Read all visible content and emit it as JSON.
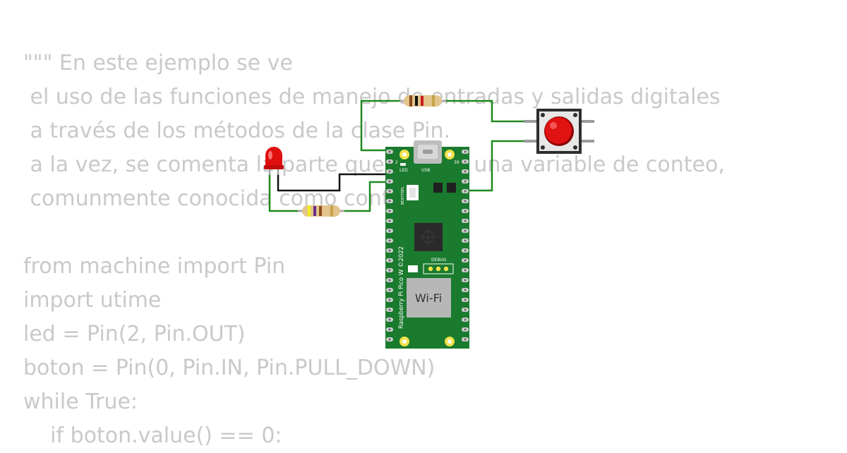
{
  "code_lines": [
    "\"\"\" En este ejemplo se ve",
    " el uso de las funciones de manejo de entradas y salidas digitales",
    " a través de los métodos de la clase Pin.",
    " a la vez, se comenta la parte que incluye una variable de conteo,",
    " comunmente conocida como contador",
    "",
    "from machine import Pin",
    "import utime",
    "led = Pin(2, Pin.OUT)",
    "boton = Pin(0, Pin.IN, Pin.PULL_DOWN)",
    "while True:",
    "    if boton.value() == 0:"
  ],
  "board": {
    "led_label": "LED",
    "usb_label": "USB",
    "bootsel_label": "BOOTSEL",
    "debug_label": "DEBUG",
    "side_label": "Raspberry Pi Pico W ©2022",
    "wifi_label": "Wi-Fi",
    "pin_label_1": "2",
    "pin_label_39": "39"
  },
  "colors": {
    "board_green": "#1a7a2e",
    "wire_green": "#1e8a1e",
    "wire_black": "#111111",
    "led_red": "#e01010",
    "button_red": "#e01212",
    "pad_yellow": "#f0e24a",
    "code_gray": "#c9c9c9"
  }
}
